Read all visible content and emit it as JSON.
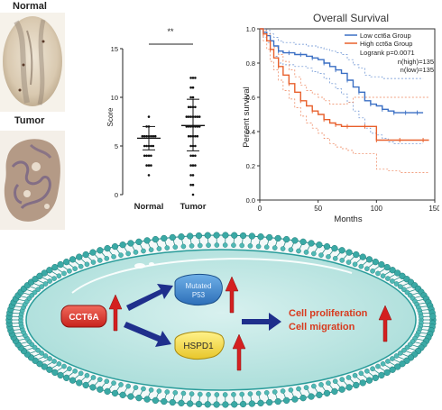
{
  "tissue": {
    "normal_label": "Normal",
    "tumor_label": "Tumor"
  },
  "chart_data": [
    {
      "type": "scatter",
      "title": "",
      "significance": "**",
      "ylabel": "Score",
      "categories": [
        "Normal",
        "Tumor"
      ],
      "ylim": [
        0,
        15
      ],
      "yticks": [
        0,
        5,
        10,
        15
      ],
      "groups": [
        {
          "name": "Normal",
          "mean": 5.8,
          "sd_upper": 7.0,
          "sd_lower": 4.6,
          "values": [
            8,
            7,
            7,
            6,
            6,
            6,
            6,
            6,
            6,
            6,
            5,
            5,
            5,
            5,
            5,
            4,
            4,
            4,
            4,
            3,
            3,
            3,
            2
          ]
        },
        {
          "name": "Tumor",
          "mean": 7.1,
          "sd_upper": 9.8,
          "sd_lower": 4.5,
          "values": [
            12,
            12,
            12,
            11,
            11,
            10,
            10,
            9,
            9,
            9,
            9,
            8,
            8,
            8,
            8,
            8,
            8,
            8,
            7,
            7,
            7,
            7,
            7,
            7,
            7,
            6,
            6,
            6,
            6,
            6,
            5,
            5,
            5,
            4,
            4,
            4,
            3,
            3,
            3,
            2,
            2,
            1,
            1,
            0
          ]
        }
      ]
    },
    {
      "type": "line",
      "title": "Overall Survival",
      "xlabel": "Months",
      "ylabel": "Percent survival",
      "xlim": [
        0,
        150
      ],
      "ylim": [
        0,
        1.0
      ],
      "xticks": [
        0,
        50,
        100,
        150
      ],
      "yticks": [
        0.0,
        0.2,
        0.4,
        0.6,
        0.8,
        1.0
      ],
      "legend_position": "top-right",
      "annotations": [
        "Logrank p=0.0071",
        "n(high)=135",
        "n(low)=135"
      ],
      "series": [
        {
          "name": "Low cct6a Group",
          "color": "#3a6fc4",
          "x": [
            0,
            3,
            6,
            9,
            12,
            16,
            20,
            25,
            30,
            35,
            40,
            45,
            50,
            55,
            60,
            65,
            70,
            75,
            80,
            85,
            90,
            95,
            100,
            105,
            110,
            115,
            120,
            125,
            130,
            135,
            140
          ],
          "y": [
            1.0,
            0.98,
            0.96,
            0.93,
            0.9,
            0.87,
            0.86,
            0.86,
            0.85,
            0.85,
            0.84,
            0.83,
            0.82,
            0.8,
            0.78,
            0.76,
            0.74,
            0.7,
            0.66,
            0.63,
            0.58,
            0.56,
            0.55,
            0.53,
            0.52,
            0.51,
            0.51,
            0.51,
            0.51,
            0.51,
            0.51
          ]
        },
        {
          "name": "High cct6a Group",
          "color": "#e8602c",
          "x": [
            0,
            3,
            6,
            9,
            12,
            16,
            20,
            25,
            30,
            35,
            40,
            45,
            50,
            55,
            60,
            65,
            70,
            75,
            80,
            90,
            95,
            100,
            110,
            120,
            130,
            140,
            145
          ],
          "y": [
            1.0,
            0.97,
            0.93,
            0.88,
            0.83,
            0.78,
            0.73,
            0.68,
            0.63,
            0.58,
            0.55,
            0.52,
            0.5,
            0.47,
            0.45,
            0.44,
            0.43,
            0.43,
            0.43,
            0.43,
            0.43,
            0.35,
            0.35,
            0.35,
            0.35,
            0.35,
            0.35
          ]
        }
      ],
      "ci": {
        "low_upper": [
          1.0,
          1.0,
          0.99,
          0.97,
          0.95,
          0.93,
          0.92,
          0.92,
          0.91,
          0.91,
          0.9,
          0.9,
          0.89,
          0.88,
          0.87,
          0.86,
          0.85,
          0.82,
          0.79,
          0.77,
          0.73,
          0.72,
          0.72,
          0.71,
          0.71,
          0.71,
          0.71,
          0.71,
          0.71,
          0.71,
          0.71
        ],
        "low_lower": [
          1.0,
          0.95,
          0.92,
          0.88,
          0.84,
          0.8,
          0.79,
          0.79,
          0.78,
          0.78,
          0.77,
          0.75,
          0.74,
          0.71,
          0.68,
          0.65,
          0.62,
          0.57,
          0.52,
          0.48,
          0.42,
          0.39,
          0.38,
          0.36,
          0.34,
          0.33,
          0.33,
          0.33,
          0.33,
          0.33,
          0.33
        ],
        "high_upper": [
          1.0,
          0.99,
          0.97,
          0.93,
          0.89,
          0.85,
          0.81,
          0.76,
          0.72,
          0.67,
          0.64,
          0.62,
          0.6,
          0.58,
          0.56,
          0.56,
          0.56,
          0.57,
          0.6,
          0.6,
          0.6,
          0.6,
          0.6,
          0.6,
          0.6,
          0.6,
          0.6
        ],
        "high_lower": [
          1.0,
          0.93,
          0.88,
          0.81,
          0.76,
          0.7,
          0.64,
          0.59,
          0.54,
          0.49,
          0.45,
          0.42,
          0.39,
          0.36,
          0.33,
          0.31,
          0.3,
          0.29,
          0.27,
          0.27,
          0.27,
          0.18,
          0.17,
          0.16,
          0.16,
          0.16,
          0.16
        ]
      }
    }
  ],
  "diagram": {
    "cct6a": "CCT6A",
    "mutated_p53_line1": "Mutated",
    "mutated_p53_line2": "P53",
    "hspd1": "HSPD1",
    "outcome_line1": "Cell proliferation",
    "outcome_line2": "Cell migration"
  },
  "colors": {
    "arrow_blue": "#1f2f8c",
    "up_arrow_red": "#d42020",
    "outcome_text": "#d83a1e",
    "cell_fill": "#bfe6e4",
    "membrane": "#1f8a8a"
  }
}
